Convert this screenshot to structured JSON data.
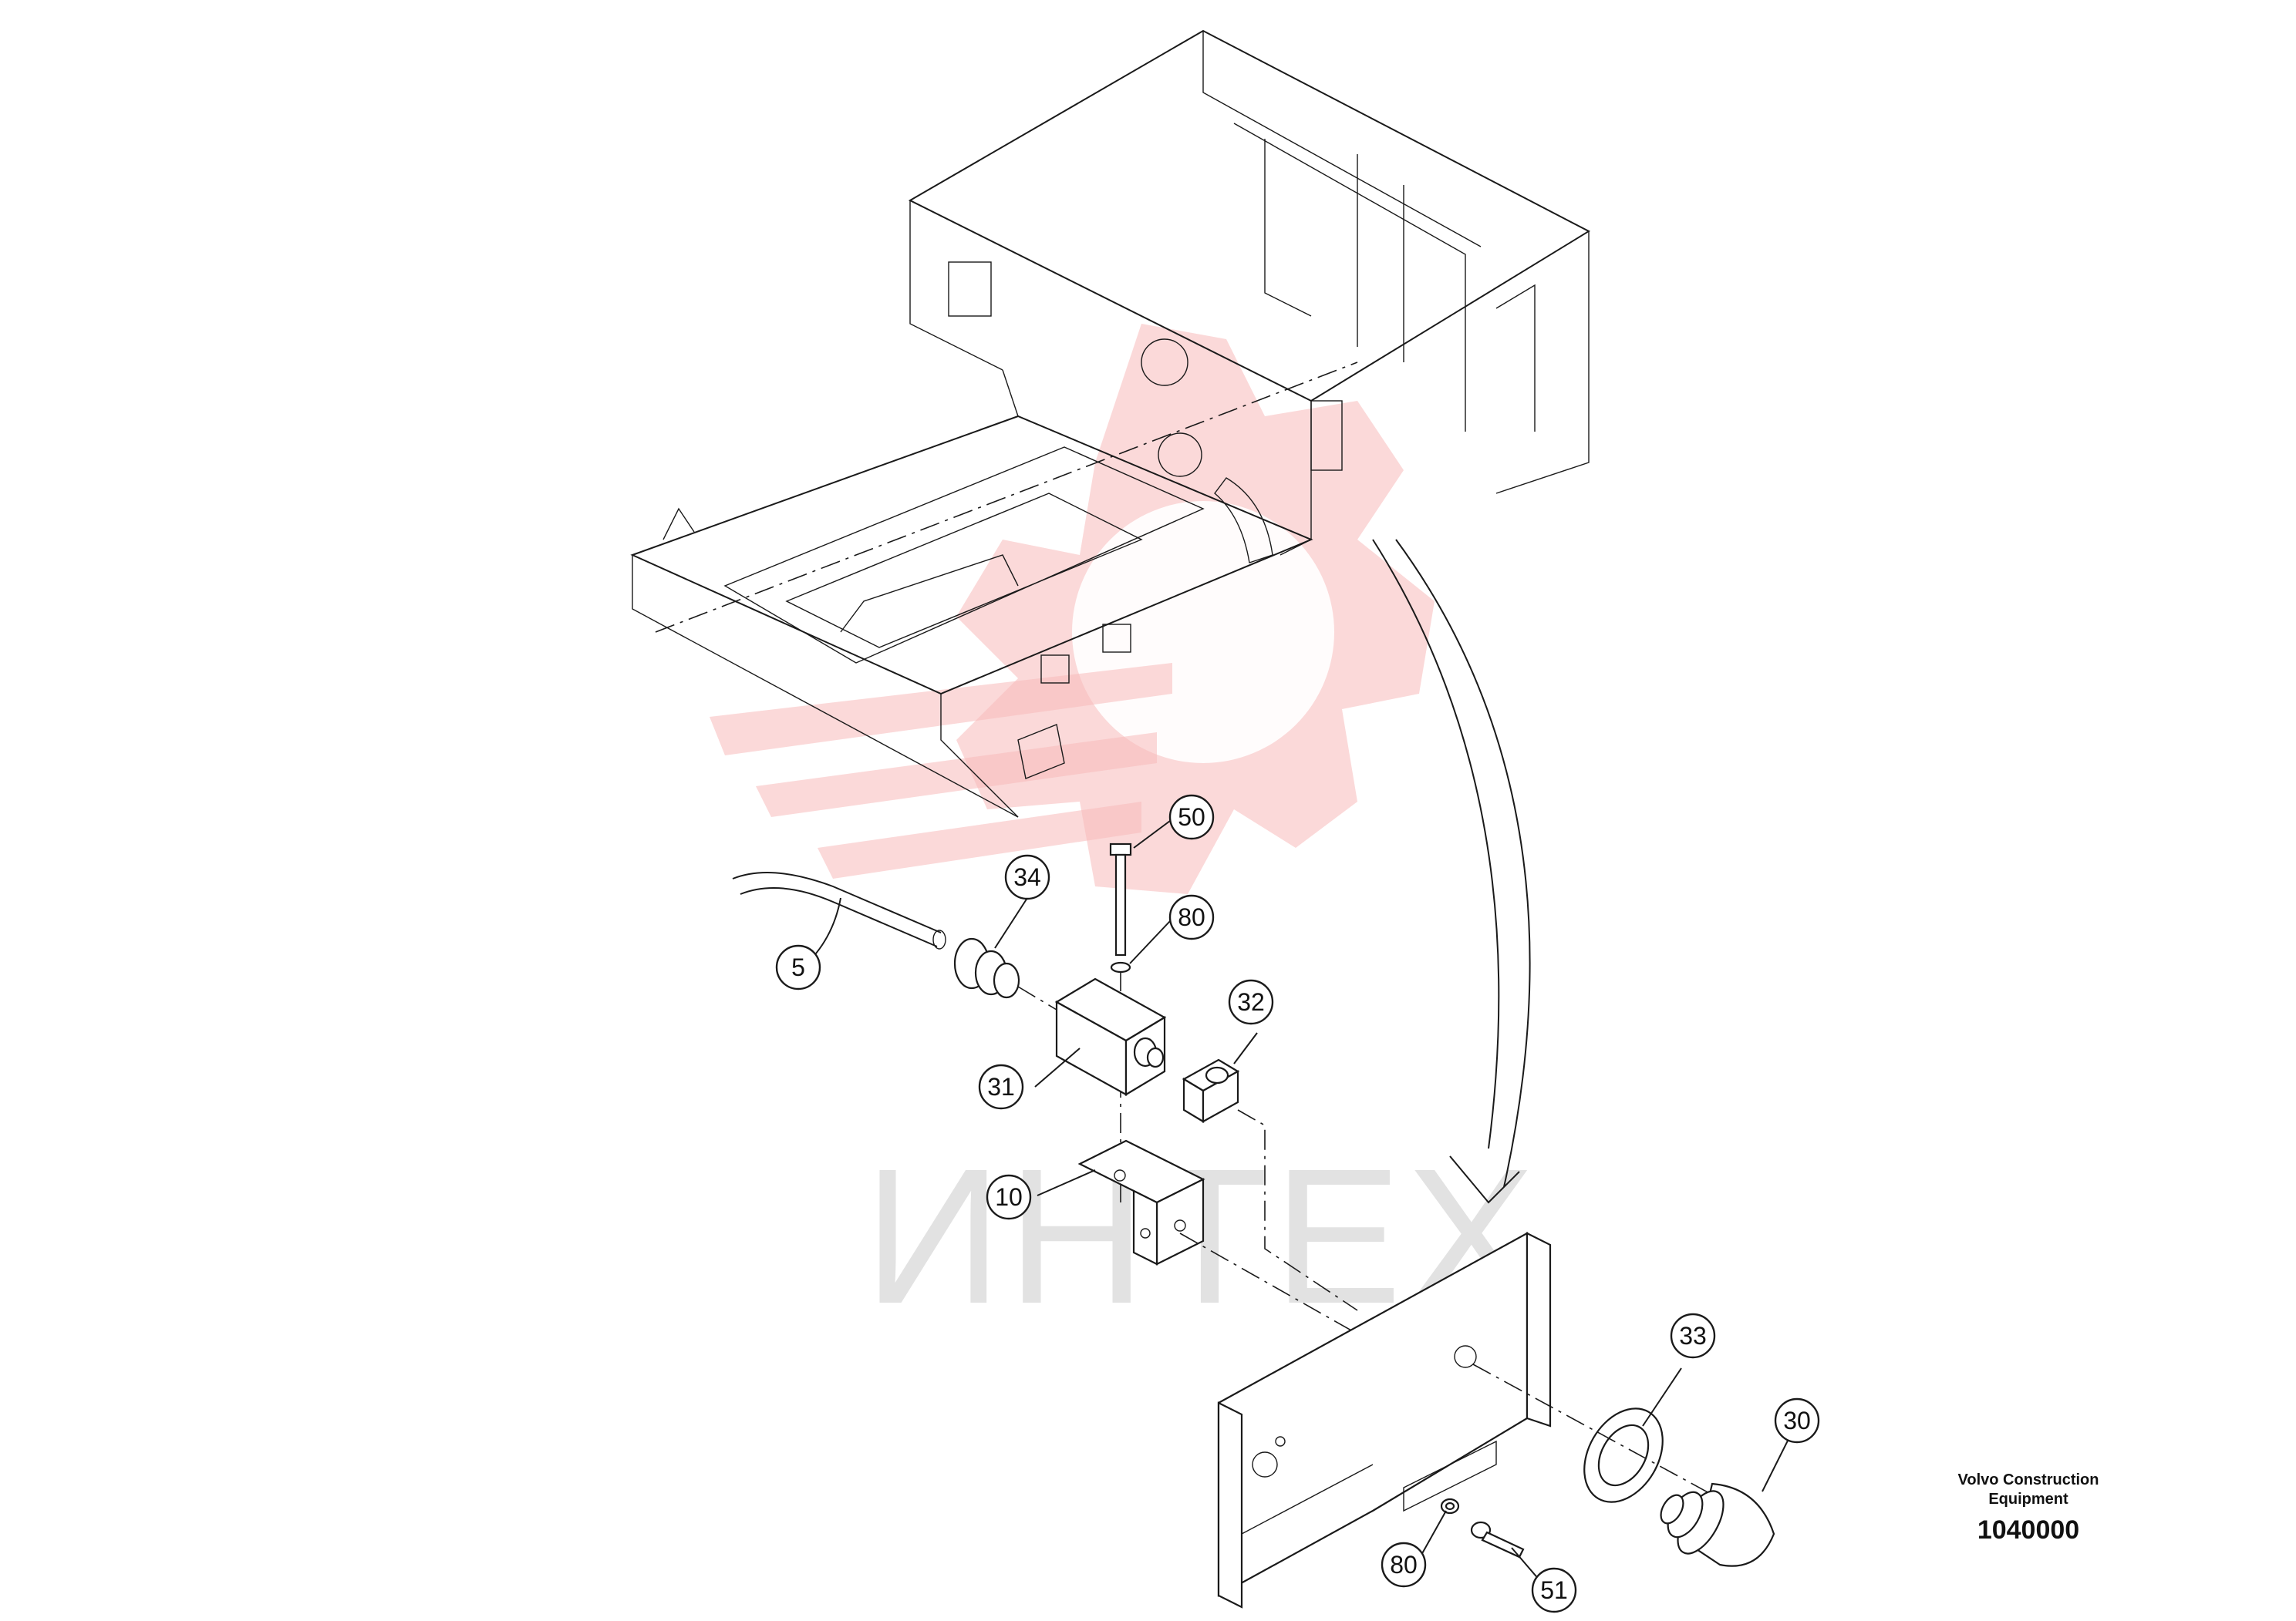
{
  "watermark": {
    "text": "ИНТЕХ",
    "color": "#f7b9b9"
  },
  "callouts": [
    {
      "id": "50",
      "label": "50"
    },
    {
      "id": "34",
      "label": "34"
    },
    {
      "id": "80a",
      "label": "80"
    },
    {
      "id": "5",
      "label": "5"
    },
    {
      "id": "32",
      "label": "32"
    },
    {
      "id": "31",
      "label": "31"
    },
    {
      "id": "10",
      "label": "10"
    },
    {
      "id": "33",
      "label": "33"
    },
    {
      "id": "30",
      "label": "30"
    },
    {
      "id": "80b",
      "label": "80"
    },
    {
      "id": "51",
      "label": "51"
    }
  ],
  "reference": {
    "company_line1": "Volvo Construction",
    "company_line2": "Equipment",
    "code": "1040000"
  }
}
